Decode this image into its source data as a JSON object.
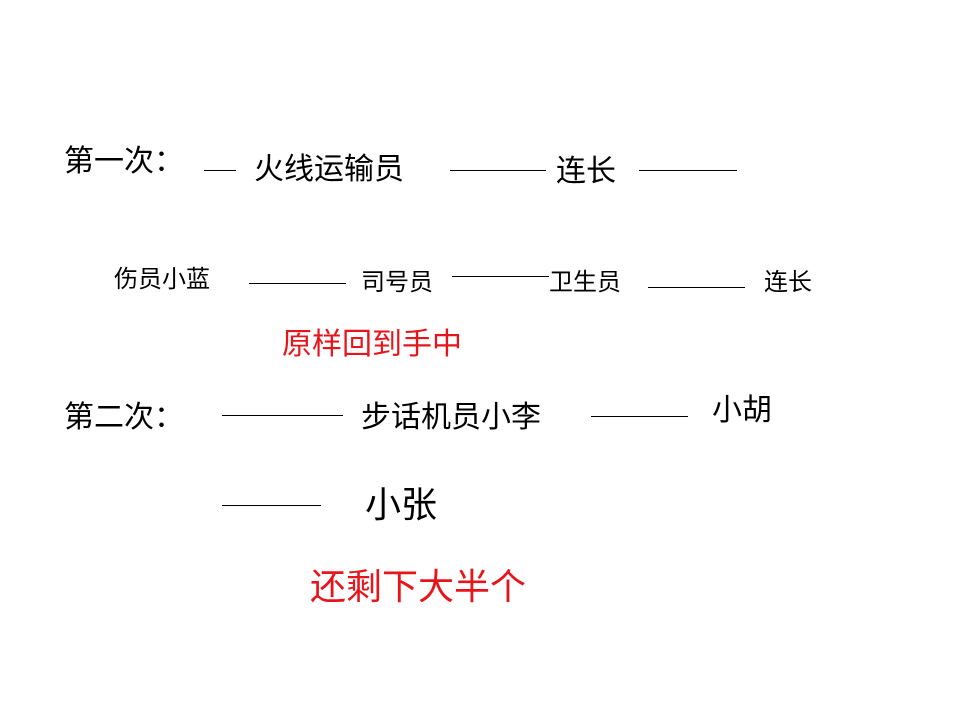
{
  "slide": {
    "first_trip": {
      "label": "第一次：",
      "chain_row1": [
        "火线运输员",
        "连长"
      ],
      "chain_row2": [
        "伤员小蓝",
        "司号员",
        "卫生员",
        "连长"
      ],
      "result": "原样回到手中"
    },
    "second_trip": {
      "label": "第二次：",
      "chain_row1": [
        "步话机员小李",
        "小胡"
      ],
      "chain_row2": [
        "小张"
      ],
      "result": "还剩下大半个"
    },
    "colors": {
      "text": "#000000",
      "highlight": "#e8141b"
    }
  }
}
